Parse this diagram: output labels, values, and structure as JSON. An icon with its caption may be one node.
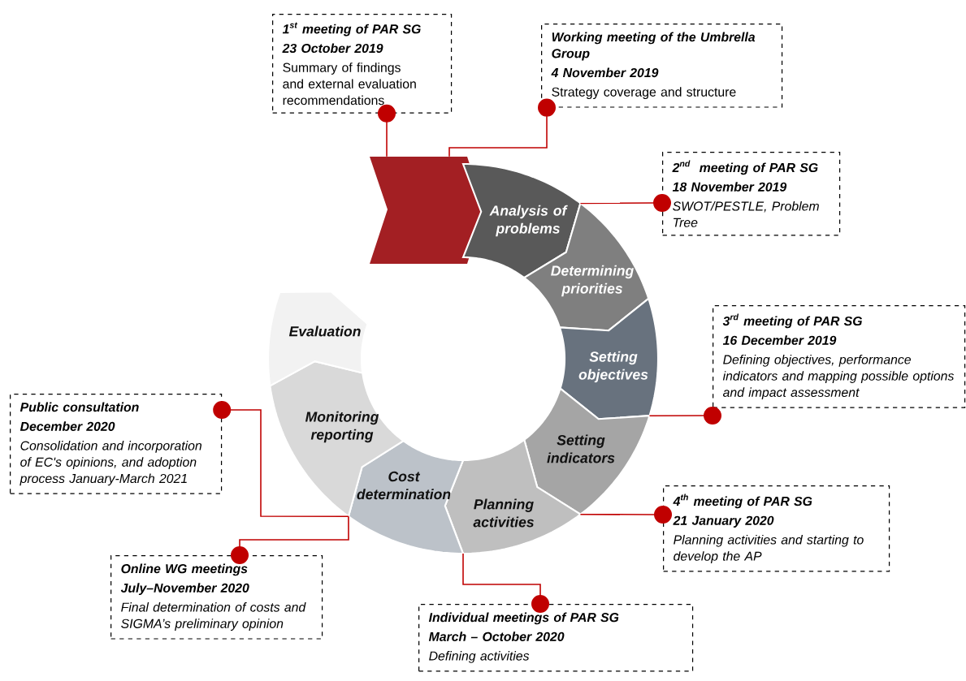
{
  "diagram": {
    "nodes": [
      {
        "text": [],
        "shape": "chevron"
      },
      {
        "text": [
          "Analysis of problems"
        ]
      },
      {
        "text": [
          "Determining priorities"
        ]
      },
      {
        "text": [
          "Setting objectives"
        ]
      },
      {
        "text": [
          "Setting indicators"
        ]
      },
      {
        "text": [
          "Planning activities"
        ]
      },
      {
        "text": [
          "Cost determination"
        ]
      },
      {
        "text": [
          "Monitoring reporting"
        ]
      },
      {
        "text": [
          "Evaluation"
        ]
      },
      {
        "text": [
          "\\text{1}^{\\text{st}}\\text{ meeting of PAR SG}",
          "23 October 2019",
          "Summary of findings and external evaluation recommendations"
        ]
      },
      {
        "text": [
          "Working meeting of the Umbrella Group",
          "4 November 2019",
          "Strategy coverage and structure"
        ]
      },
      {
        "text": [
          "\\text{2}^{\\text{nd}}\\text{\\ \\ meeting of PAR SG}",
          "18 November 2019",
          "SWOT/PESTLE, Problem Tree"
        ]
      },
      {
        "text": [
          "\\text{3}^{\\text{rd}}\\text{ meeting of PAR SG}",
          "16 December 2019",
          "Defining objectives, performance indicators and mapping possible options and impact assessment"
        ]
      },
      {
        "text": [
          "\\text{4}^{\\text{th}}\\text{ meeting of PAR SG}",
          "21 January 2020",
          "Planning activities and starting to develop the AP"
        ]
      },
      {
        "text": [
          "Individual meetings of PAR SG",
          "March – October 2020",
          "Defining activities"
        ]
      },
      {
        "text": [
          "Online WG meetings",
          "July–November 2020",
          "Final determination of costs and SIGMA’s preliminary opinion"
        ]
      },
      {
        "text": [
          "Public consultation",
          "December 2020",
          "Consolidation and incorporation of EC's opinions, and adoption process January-March 2021"
        ]
      }
    ],
    "edges": [
      {
        "from": 9,
        "to": 0,
        "arrow": "other"
      },
      {
        "from": 10,
        "to": 0,
        "arrow": "other"
      },
      {
        "from": 11,
        "to": 1,
        "arrow": "other"
      },
      {
        "from": 12,
        "to": 3,
        "arrow": "other"
      },
      {
        "from": 13,
        "to": 4,
        "arrow": "other"
      },
      {
        "from": 14,
        "to": 5,
        "arrow": "other"
      },
      {
        "from": 15,
        "to": 6,
        "arrow": "other"
      },
      {
        "from": 16,
        "to": 7,
        "arrow": "other"
      }
    ]
  }
}
